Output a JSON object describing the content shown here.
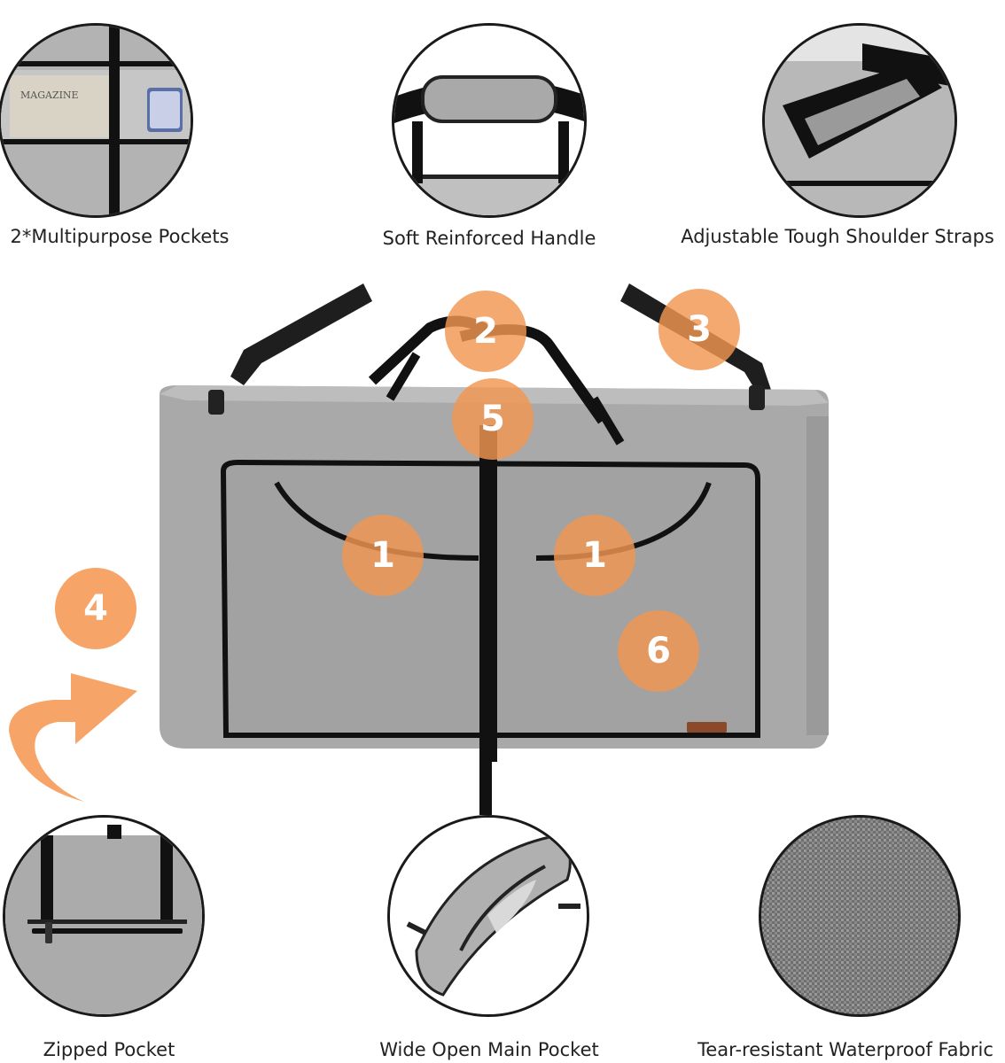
{
  "features": {
    "pockets": {
      "caption": "2*Multipurpose Pockets",
      "magazine_text": "MAGAZINE"
    },
    "handle": {
      "caption": "Soft Reinforced Handle"
    },
    "straps": {
      "caption": "Adjustable Tough Shoulder Straps"
    },
    "zipped": {
      "caption": "Zipped Pocket"
    },
    "main": {
      "caption": "Wide Open Main Pocket"
    },
    "fabric": {
      "caption": "Tear-resistant Waterproof Fabric"
    }
  },
  "badges": {
    "pocket_left": "1",
    "pocket_right": "1",
    "handle": "2",
    "strap": "3",
    "side": "4",
    "top_strap": "5",
    "main": "6"
  },
  "colors": {
    "fabric": "#a8a8a8",
    "trim": "#111111",
    "badge": "#f0965a",
    "arrow": "#f6a467"
  }
}
